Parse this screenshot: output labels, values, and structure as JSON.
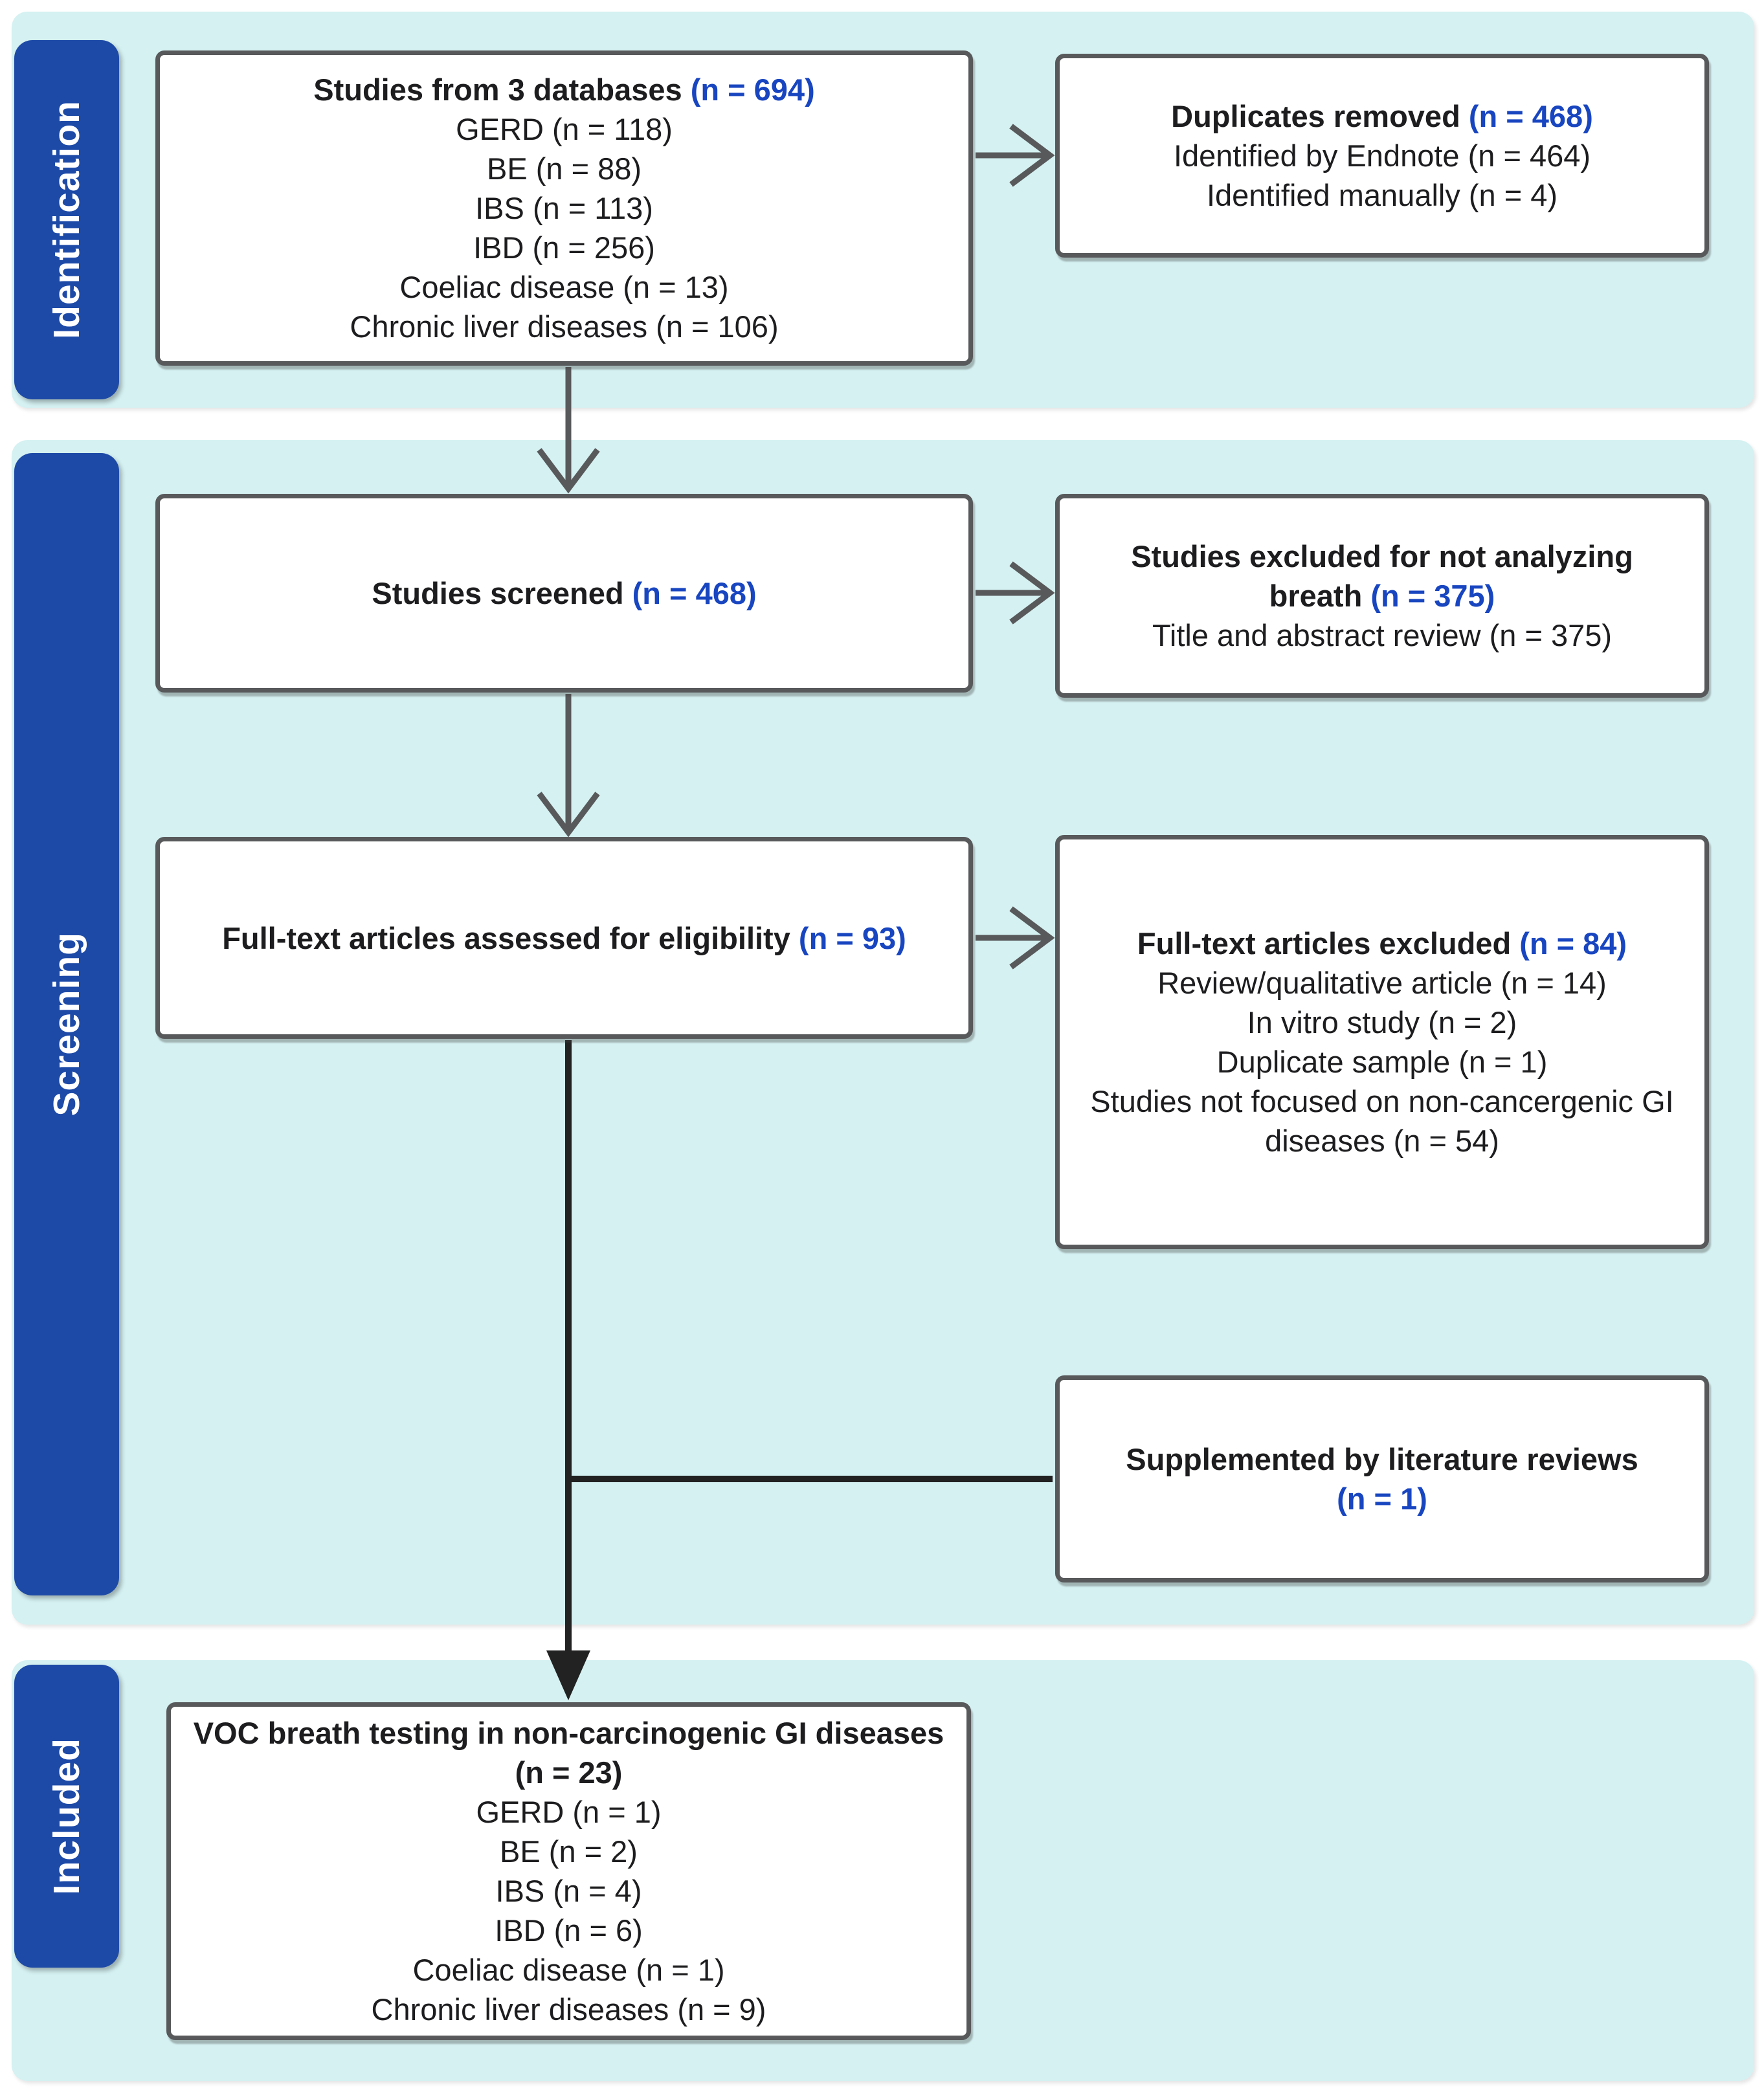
{
  "sidebar": {
    "identification": "Identification",
    "screening": "Screening",
    "included": "Included"
  },
  "boxes": {
    "databases": {
      "title": "Studies from 3 databases",
      "count": "(n = 694)",
      "items": [
        "GERD (n = 118)",
        "BE (n = 88)",
        "IBS (n = 113)",
        "IBD (n = 256)",
        "Coeliac disease (n = 13)",
        "Chronic liver diseases (n = 106)"
      ]
    },
    "duplicates": {
      "title": "Duplicates removed",
      "count": "(n = 468)",
      "items": [
        "Identified by Endnote (n = 464)",
        "Identified manually (n = 4)"
      ]
    },
    "screened": {
      "title": "Studies screened",
      "count": "(n = 468)"
    },
    "screen_excluded": {
      "title": "Studies excluded for not analyzing breath",
      "count": "(n = 375)",
      "items": [
        "Title and abstract review (n = 375)"
      ]
    },
    "fulltext": {
      "title": "Full-text articles assessed for eligibility",
      "count": "(n = 93)"
    },
    "fulltext_excluded": {
      "title": "Full-text articles excluded",
      "count": "(n = 84)",
      "items": [
        "Review/qualitative article (n = 14)",
        "In vitro study (n = 2)",
        "Duplicate sample (n = 1)",
        "Studies not focused on non-cancergenic GI diseases (n = 54)"
      ]
    },
    "supplemented": {
      "title": "Supplemented by literature reviews",
      "count": "(n = 1)"
    },
    "voc": {
      "title": "VOC breath testing in non-carcinogenic GI diseases",
      "count": "(n = 23)",
      "items": [
        "GERD (n = 1)",
        "BE (n = 2)",
        "IBS (n = 4)",
        "IBD (n = 6)",
        "Coeliac disease (n = 1)",
        "Chronic liver diseases (n = 9)"
      ]
    }
  },
  "colors": {
    "panel_background": "#d5f1f2",
    "stage_tab_blue": "#1d4aa7",
    "count_blue": "#1845c0",
    "box_border_gray": "#58595b",
    "connector_gray": "#58595b",
    "connector_black": "#222222",
    "text_black": "#1d1d1f"
  }
}
